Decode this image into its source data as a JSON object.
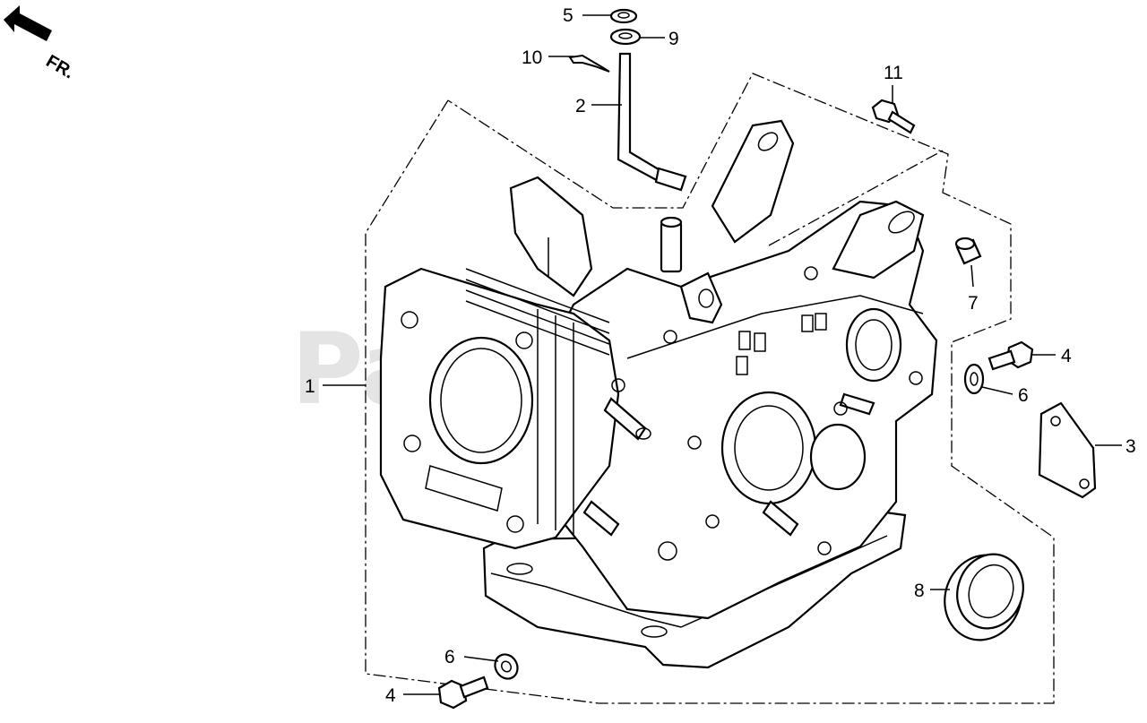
{
  "direction_label": "FR.",
  "watermark": "PartsTree",
  "callouts": [
    {
      "id": "c5a",
      "label": "5"
    },
    {
      "id": "c9",
      "label": "9"
    },
    {
      "id": "c10",
      "label": "10"
    },
    {
      "id": "c2",
      "label": "2"
    },
    {
      "id": "c11",
      "label": "11"
    },
    {
      "id": "c7",
      "label": "7"
    },
    {
      "id": "c4a",
      "label": "4"
    },
    {
      "id": "c6a",
      "label": "6"
    },
    {
      "id": "c3",
      "label": "3"
    },
    {
      "id": "c1",
      "label": "1"
    },
    {
      "id": "c8",
      "label": "8"
    },
    {
      "id": "c6b",
      "label": "6"
    },
    {
      "id": "c4b",
      "label": "4"
    }
  ]
}
